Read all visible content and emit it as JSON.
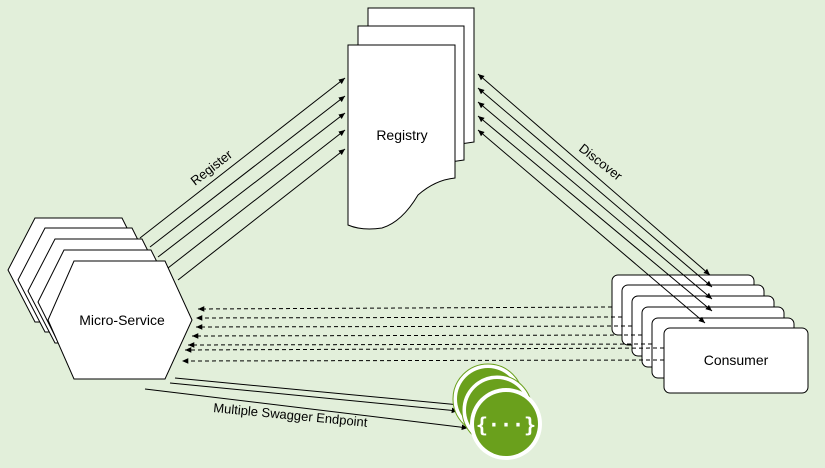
{
  "nodes": {
    "registry": "Registry",
    "microservice": "Micro-Service",
    "consumer": "Consumer"
  },
  "edges": {
    "register": "Register",
    "discover": "Discover",
    "swagger": "Multiple Swagger Endpoint"
  },
  "swagger_icon": {
    "name": "swagger-icon",
    "glyph": "{···}"
  },
  "colors": {
    "background": "#e2efda",
    "swagger_green": "#6aa01c",
    "swagger_light": "#85ea2d"
  }
}
